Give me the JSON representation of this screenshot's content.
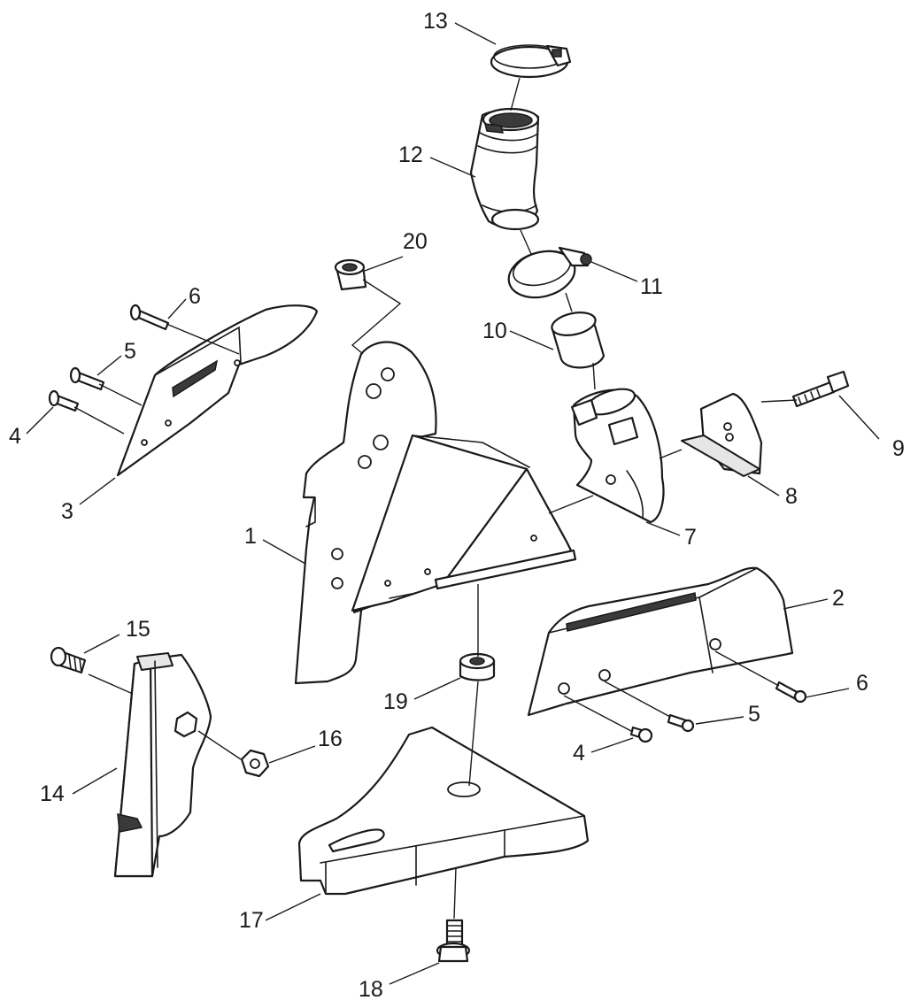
{
  "callouts": [
    {
      "id": "c13",
      "text": "13"
    },
    {
      "id": "c12",
      "text": "12"
    },
    {
      "id": "c20",
      "text": "20"
    },
    {
      "id": "c11",
      "text": "11"
    },
    {
      "id": "c10",
      "text": "10"
    },
    {
      "id": "c6a",
      "text": "6"
    },
    {
      "id": "c5a",
      "text": "5"
    },
    {
      "id": "c4a",
      "text": "4"
    },
    {
      "id": "c3",
      "text": "3"
    },
    {
      "id": "c9",
      "text": "9"
    },
    {
      "id": "c8",
      "text": "8"
    },
    {
      "id": "c7",
      "text": "7"
    },
    {
      "id": "c1",
      "text": "1"
    },
    {
      "id": "c2",
      "text": "2"
    },
    {
      "id": "c15",
      "text": "15"
    },
    {
      "id": "c6b",
      "text": "6"
    },
    {
      "id": "c19",
      "text": "19"
    },
    {
      "id": "c5b",
      "text": "5"
    },
    {
      "id": "c16",
      "text": "16"
    },
    {
      "id": "c4b",
      "text": "4"
    },
    {
      "id": "c14",
      "text": "14"
    },
    {
      "id": "c17",
      "text": "17"
    },
    {
      "id": "c18",
      "text": "18"
    }
  ]
}
